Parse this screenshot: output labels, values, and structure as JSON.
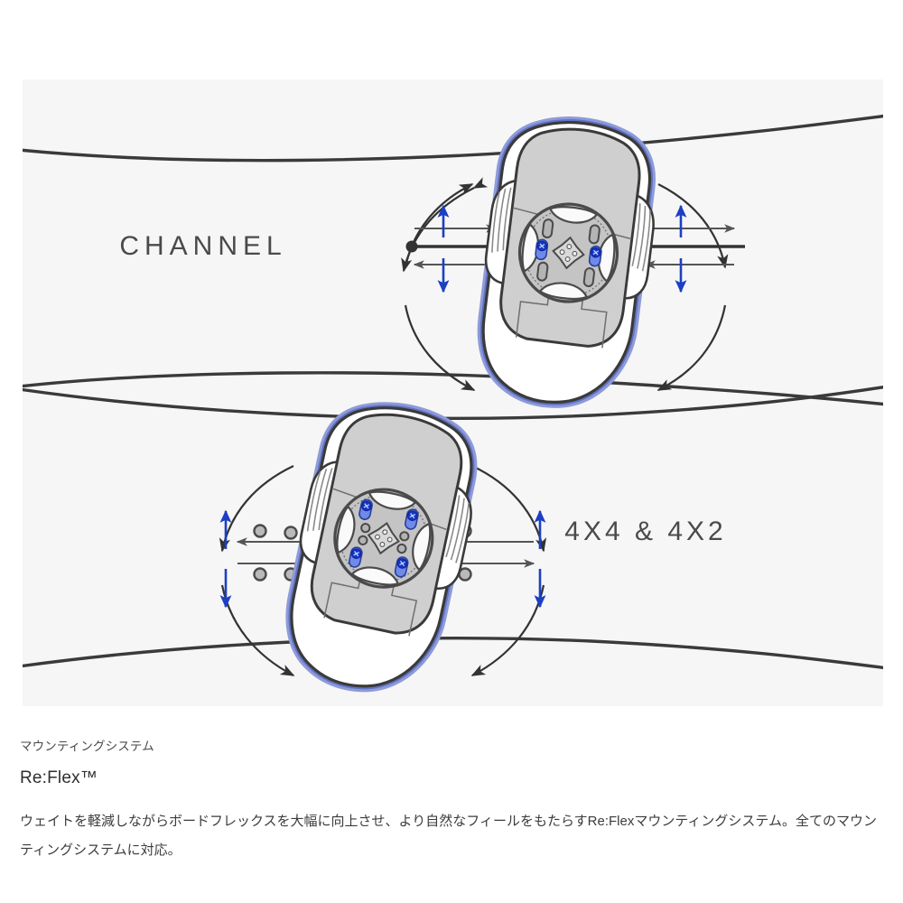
{
  "diagram": {
    "alt_name": "re-flex-mounting-system-diagram",
    "labels": {
      "channel": "CHANNEL",
      "four_by_four": "4X4 & 4X2"
    },
    "colors": {
      "panel_background": "#f6f6f6",
      "board_outline": "#3a3a3a",
      "binding_highlight": "#6273c6",
      "binding_highlight_light": "#8e9bd8",
      "binding_fill": "#cfcfcf",
      "disc_fill": "#c4c4c4",
      "screw_blue": "#1336c6",
      "screw_blue_light": "#6f8ae8",
      "arrow_dark": "#333333",
      "arrow_blue": "#1c3fc4",
      "insert_dot": "#5a5a5a"
    },
    "top_view": {
      "name": "channel-mount-view",
      "label": "CHANNEL",
      "screw_count": 2,
      "adjustment_arrows": [
        "slide-left",
        "slide-right",
        "shift-up",
        "shift-down",
        "rotate-out-upper-left",
        "rotate-out-upper-right",
        "rotate-out-lower-left",
        "rotate-out-lower-right"
      ]
    },
    "bottom_view": {
      "name": "four-by-four-mount-view",
      "label": "4X4 & 4X2",
      "screw_count": 4,
      "insert_dot_groups": 4,
      "adjustment_arrows": [
        "slide-left",
        "slide-right",
        "shift-up",
        "shift-down",
        "rotate-out-upper-left",
        "rotate-out-upper-right",
        "rotate-out-lower-left",
        "rotate-out-lower-right"
      ]
    }
  },
  "caption": {
    "eyebrow": "マウンティングシステム",
    "title": "Re:Flex™",
    "body": "ウェイトを軽減しながらボードフレックスを大幅に向上させ、より自然なフィールをもたらすRe:Flexマウンティングシステム。全てのマウンティングシステムに対応。"
  }
}
